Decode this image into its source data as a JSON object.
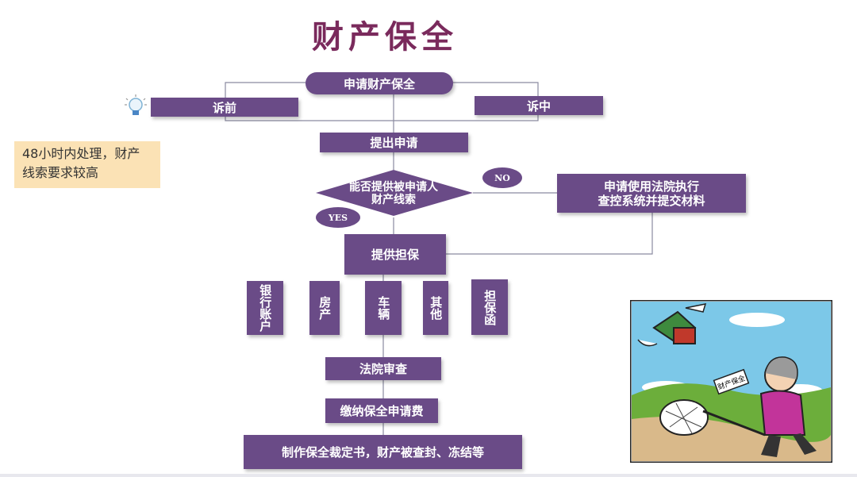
{
  "title": "财产保全",
  "note": "48小时内处理，财产线索要求较高",
  "flow": {
    "start": "申请财产保全",
    "pre_suit": "诉前",
    "in_suit": "诉中",
    "submit": "提出申请",
    "decision": "能否提供被申请人\n财产线索",
    "no_label": "NO",
    "yes_label": "YES",
    "alt_step": "申请使用法院执行\n查控系统并提交材料",
    "guarantee": "提供担保",
    "options": [
      "银行账户",
      "房产",
      "车辆",
      "其他",
      "担保函"
    ],
    "court_review": "法院审查",
    "pay_fee": "缴纳保全申请费",
    "final": "制作保全裁定书，财产被查封、冻结等"
  },
  "illustration": {
    "sign_text": "财产保全"
  },
  "colors": {
    "box": "#6a4b87",
    "title": "#7a2a5c",
    "note_bg": "#fbe2b5"
  }
}
